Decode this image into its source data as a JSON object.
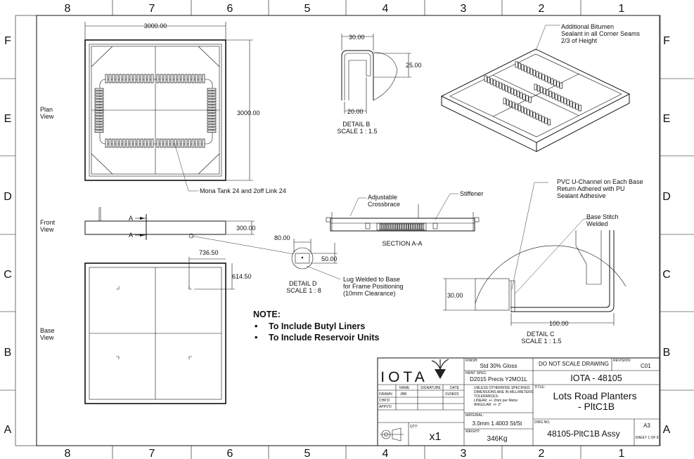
{
  "zones": {
    "columns": [
      "8",
      "7",
      "6",
      "5",
      "4",
      "3",
      "2",
      "1"
    ],
    "rows": [
      "F",
      "E",
      "D",
      "C",
      "B",
      "A"
    ]
  },
  "views": {
    "plan": "Plan\nView",
    "front": "Front\nView",
    "base": "Base\nView"
  },
  "dimensions": {
    "plan_width": "3000.00",
    "plan_height": "3000.00",
    "front_height": "300.00",
    "base_x": "736.50",
    "base_y": "614.50",
    "detail_b_width": "30.00",
    "detail_b_height": "25.00",
    "detail_b_bottom": "20.00",
    "detail_d_w": "80.00",
    "detail_d_h": "50.00",
    "detail_c_h": "30.00",
    "detail_c_w": "100.00"
  },
  "section_markers": {
    "a": "A"
  },
  "labels": {
    "detail_b": "DETAIL B\nSCALE 1 : 1.5",
    "detail_d": "DETAIL D\nSCALE 1 : 8",
    "detail_c": "DETAIL C\nSCALE 1 : 1.5",
    "section_aa": "SECTION A-A",
    "bitumen": "Additional Bitumen\nSealant in all Corner Seams\n2/3 of Height",
    "mona": "Mona Tank 24 and 2off Link 24",
    "crossbrace": "Adjustable\nCrossbrace",
    "stiffener": "Stiffener",
    "pvc": "PVC U-Channel on Each Base\nReturn Adhered with PU\nSealant Adhesive",
    "stitch": "Base Stitch\nWelded",
    "lug": "Lug Welded to Base\nfor Frame Positioning\n(10mm Clearance)"
  },
  "notes": {
    "title": "NOTE:",
    "items": [
      "To Include Butyl Liners",
      "To Include Reservoir Units"
    ]
  },
  "title_block": {
    "logo": "IOTA",
    "finish_label": "FINISH:",
    "finish": "Std 30% Gloss",
    "paint_label": "PAINT SPEC:",
    "paint": "D2015 Precis Y2MO1L",
    "do_not_scale": "DO NOT SCALE DRAWING",
    "revision_label": "REVISION:",
    "revision": "C01",
    "project": "IOTA - 48105",
    "name_header": "NAME",
    "signature_header": "SIGNATURE",
    "date_header": "DATE",
    "drawn_label": "DRAWN",
    "drawn_name": "JBB",
    "drawn_date": "31/08/23",
    "chkd_label": "CHK'D",
    "apprvd_label": "APPV'D",
    "tolerances": "UNLESS OTHERWISE SPECIFIED:\nDIMENSIONS ARE IN MILLIMETERS\nTOLERANCES:\n    LINEAR: +/- 2mm per Metre\n    ANGULAR: +/- 2°",
    "title_label": "TITLE:",
    "title": "Lots Road Planters\n- PltC1B",
    "material_label": "MATERIAL:",
    "material": "3.0mm 1.4003 St/St",
    "weight_label": "WEIGHT:",
    "weight": "346Kg",
    "qty_label": "QTY:",
    "qty": "x1",
    "dwg_label": "DWG NO.",
    "dwg_no": "48105-PltC1B Assy",
    "size": "A3",
    "sheet": "SHEET 1 OF 8"
  }
}
